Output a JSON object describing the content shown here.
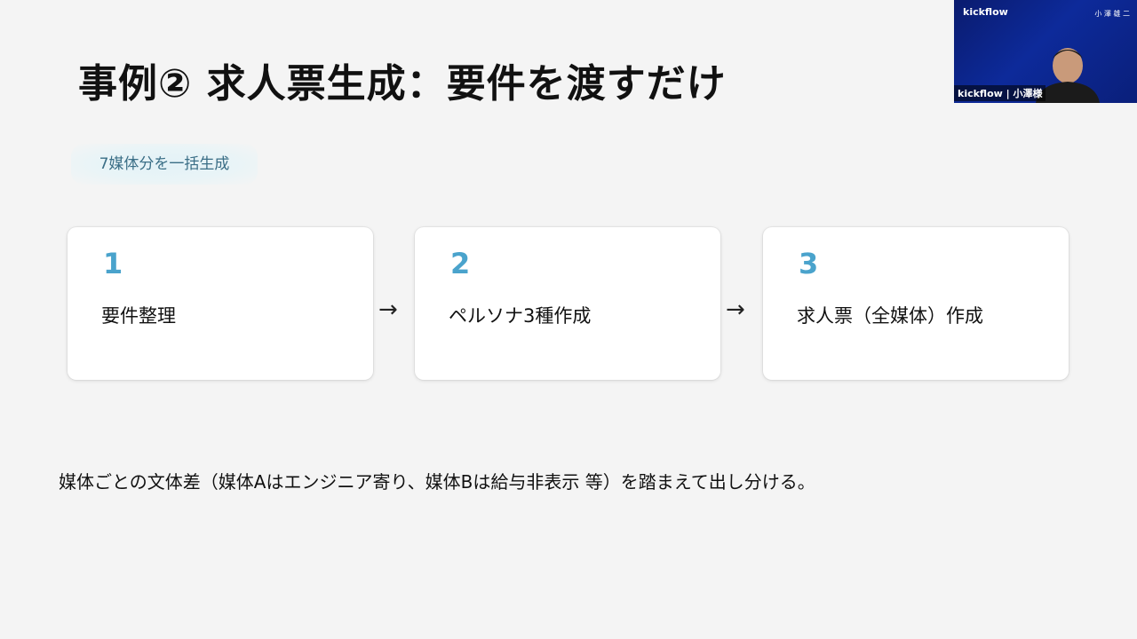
{
  "slide": {
    "title": "事例② 求人票生成：要件を渡すだけ",
    "tag": "7媒体分を一括生成",
    "steps": [
      {
        "num": "1",
        "label": "要件整理"
      },
      {
        "num": "2",
        "label": "ペルソナ3種作成"
      },
      {
        "num": "3",
        "label": "求人票（全媒体）作成"
      }
    ],
    "arrow": "→",
    "note": "媒体ごとの文体差（媒体Aはエンジニア寄り、媒体Bは給与非表示 等）を踏まえて出し分ける。"
  },
  "video": {
    "brand": "kickflow",
    "name_top": "小 澤 雄 二",
    "label": "kickflow | 小澤様"
  },
  "colors": {
    "accent": "#4aa3cc",
    "tag_text": "#3a6e86",
    "video_bg": "#0d2a9a"
  }
}
